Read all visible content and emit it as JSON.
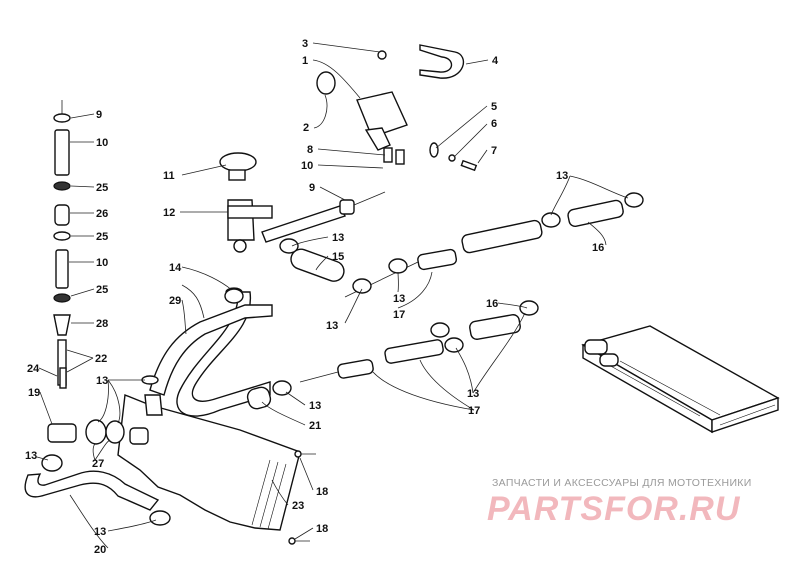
{
  "watermark": {
    "tagline": "ЗАПЧАСТИ И АКСЕССУАРЫ ДЛЯ МОТОТЕХНИКИ",
    "logo": "PARTSFOR.RU"
  },
  "callouts": {
    "c1": "1",
    "c2": "2",
    "c3": "3",
    "c4": "4",
    "c5": "5",
    "c6": "6",
    "c7": "7",
    "c8": "8",
    "c10a": "10",
    "c9a": "9",
    "c11": "11",
    "c12": "12",
    "c13_top": "13",
    "c16_top": "16",
    "c13_a": "13",
    "c15": "15",
    "c13_b": "13",
    "c17_a": "13",
    "c17_a2": "17",
    "c13_c": "13",
    "c9_l": "9",
    "c10_l": "10",
    "c25_a": "25",
    "c26": "26",
    "c25_b": "25",
    "c10_l2": "10",
    "c25_c": "25",
    "c28": "28",
    "c22": "22",
    "c24": "24",
    "c19": "19",
    "c13_l": "13",
    "c14": "14",
    "c29": "29",
    "c13_mid": "13",
    "c16_mid": "16",
    "c13_d": "13",
    "c17_b": "17",
    "c13_e": "13",
    "c21": "21",
    "c27": "27",
    "c13_f": "13",
    "c20": "20",
    "c18_a": "18",
    "c23": "23",
    "c18_b": "18"
  }
}
